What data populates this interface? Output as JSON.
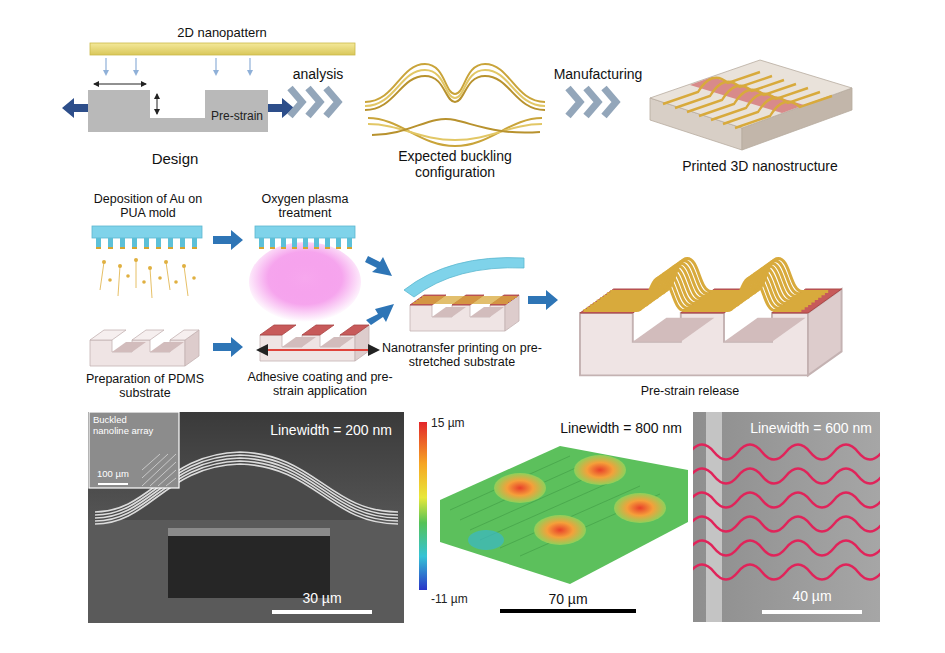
{
  "diagram": {
    "nodes": [
      {
        "text": [
          "Linewidth = 200 nm",
          "30 µm"
        ]
      },
      {
        "text": [
          "Buckled nanoline array",
          "100 µm"
        ],
        "in": 0
      },
      {
        "text": [
          "15 µm",
          "-11 µm",
          "Linewidth = 800 nm",
          "70 µm"
        ]
      },
      {
        "text": [
          "Linewidth = 600 nm",
          "40 µm"
        ]
      }
    ],
    "labels": [
      "2D nanopattern",
      "Pre-strain",
      "Design",
      "analysis",
      "Expected buckling configuration",
      "Manufacturing",
      "Printed 3D nanostructure",
      "Deposition of Au on PUA mold",
      "Oxygen plasma treatment",
      "Preparation of PDMS substrate",
      "Adhesive coating and pre-strain application",
      "Nanotransfer printing on pre-stretched substrate",
      "Pre-strain release"
    ]
  }
}
